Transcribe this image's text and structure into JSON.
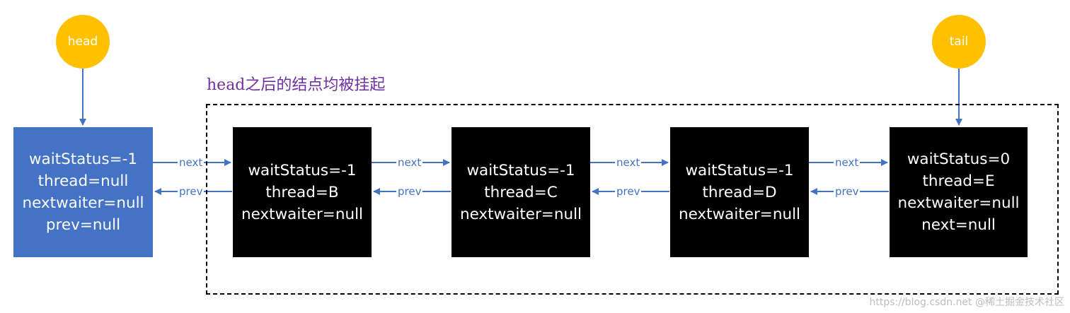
{
  "pointers": {
    "head": "head",
    "tail": "tail"
  },
  "group": {
    "label": "head之后的结点均被挂起"
  },
  "nodes": [
    {
      "lines": [
        "waitStatus=-1",
        "thread=null",
        "nextwaiter=null",
        "prev=null"
      ],
      "color": "#4472C4"
    },
    {
      "lines": [
        "waitStatus=-1",
        "thread=B",
        "nextwaiter=null"
      ],
      "color": "#000000"
    },
    {
      "lines": [
        "waitStatus=-1",
        "thread=C",
        "nextwaiter=null"
      ],
      "color": "#000000"
    },
    {
      "lines": [
        "waitStatus=-1",
        "thread=D",
        "nextwaiter=null"
      ],
      "color": "#000000"
    },
    {
      "lines": [
        "waitStatus=0",
        "thread=E",
        "nextwaiter=null",
        "next=null"
      ],
      "color": "#000000"
    }
  ],
  "links": [
    {
      "next": "next",
      "prev": "prev"
    },
    {
      "next": "next",
      "prev": "prev"
    },
    {
      "next": "next",
      "prev": "prev"
    },
    {
      "next": "next",
      "prev": "prev"
    }
  ],
  "watermark": "https://blog.csdn.net @稀土掘金技术社区",
  "colors": {
    "pointer": "#FFC000",
    "arrow": "#4472C4",
    "group_label": "#7030A0",
    "head_node": "#4472C4",
    "queued_node": "#000000"
  }
}
